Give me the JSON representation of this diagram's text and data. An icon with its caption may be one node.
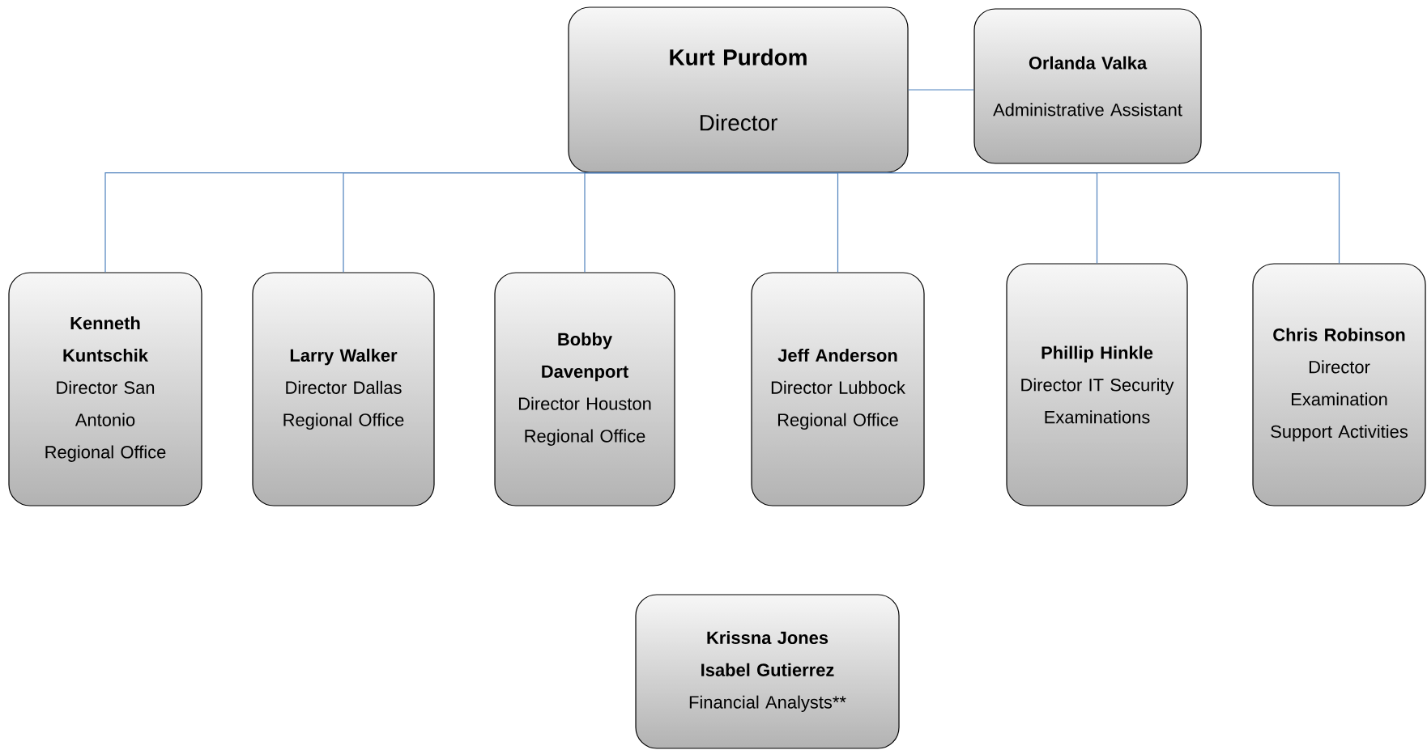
{
  "diagram": {
    "nodes": [
      {
        "text": [
          "Kurt Purdom",
          "Director"
        ]
      },
      {
        "text": [
          "Orlanda Valka",
          "Administrative Assistant"
        ]
      },
      {
        "text": [
          "Kenneth Kuntschik",
          "Director San Antonio Regional Office"
        ]
      },
      {
        "text": [
          "Larry Walker",
          "Director Dallas Regional Office"
        ]
      },
      {
        "text": [
          "Bobby Davenport",
          "Director Houston Regional Office"
        ]
      },
      {
        "text": [
          "Jeff Anderson",
          "Director Lubbock Regional Office"
        ]
      },
      {
        "text": [
          "Phillip Hinkle",
          "Director IT Security Examinations"
        ]
      },
      {
        "text": [
          "Chris Robinson",
          "Director Examination Support Activities"
        ]
      },
      {
        "text": [
          "Krissna Jones Isabel Gutierrez",
          "Financial Analysts**"
        ]
      }
    ],
    "edges": [
      {
        "from": 0,
        "to": 1,
        "arrow": "none"
      },
      {
        "from": 0,
        "to": 2,
        "arrow": "none"
      },
      {
        "from": 0,
        "to": 3,
        "arrow": "none"
      },
      {
        "from": 0,
        "to": 4,
        "arrow": "none"
      },
      {
        "from": 0,
        "to": 5,
        "arrow": "none"
      },
      {
        "from": 0,
        "to": 6,
        "arrow": "none"
      },
      {
        "from": 0,
        "to": 7,
        "arrow": "none"
      }
    ]
  }
}
